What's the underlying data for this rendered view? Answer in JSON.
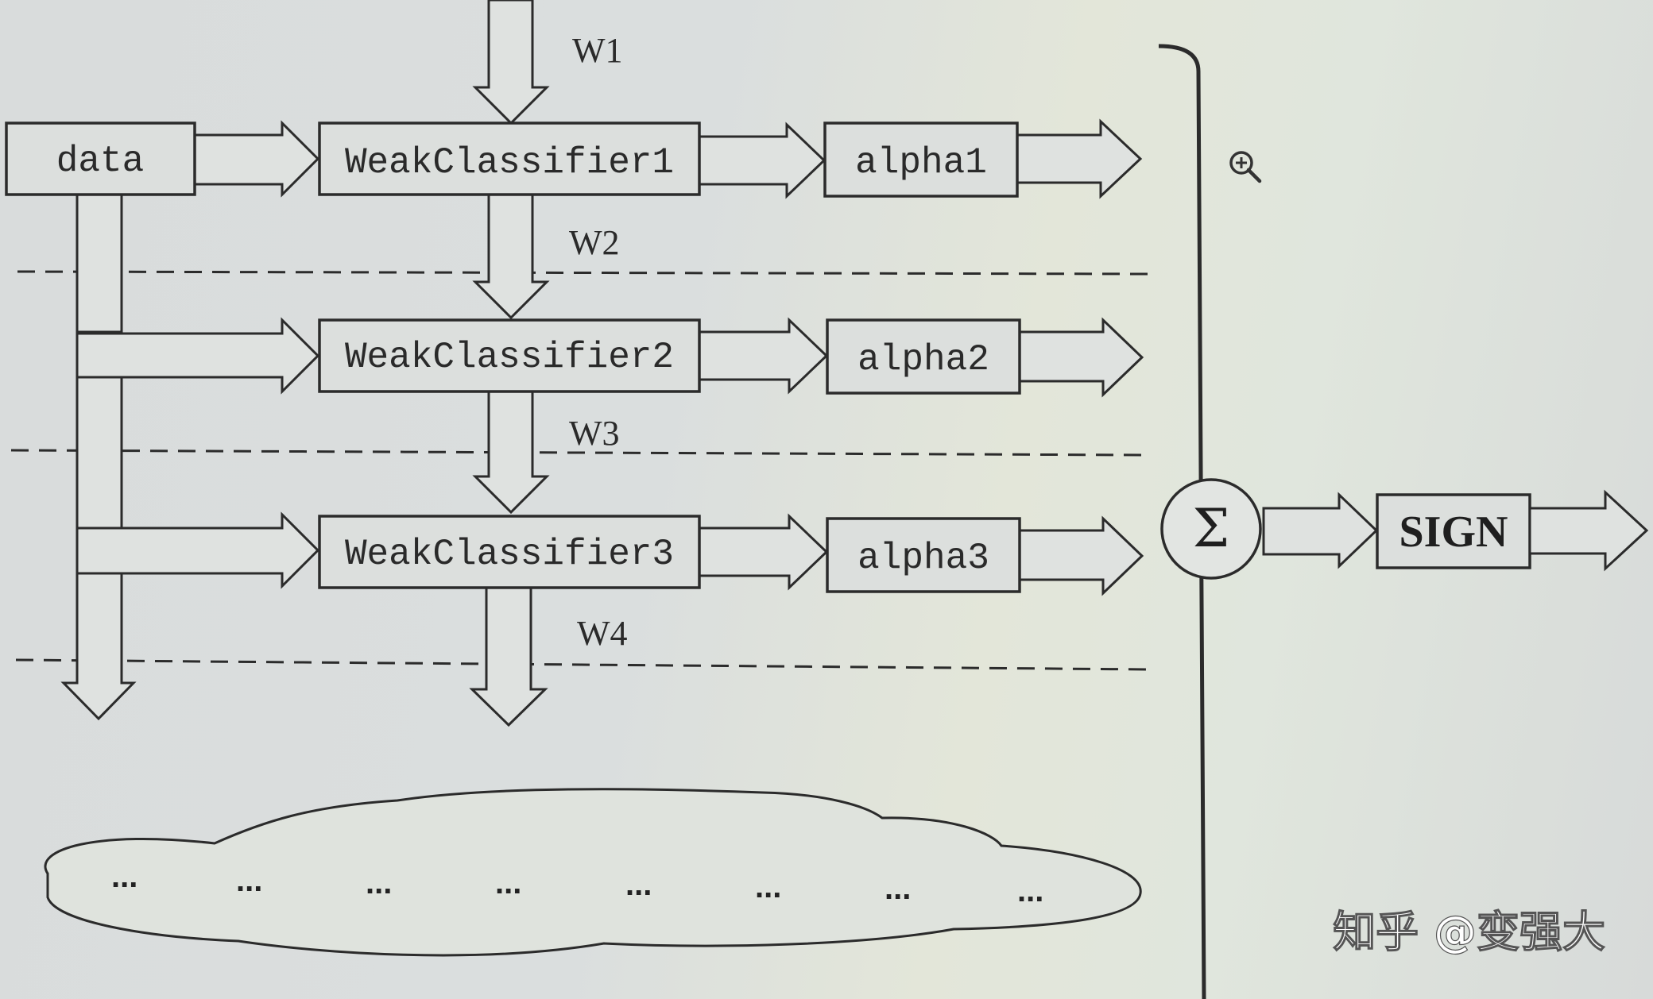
{
  "inputs": {
    "data": "data"
  },
  "classifiers": [
    "WeakClassifier1",
    "WeakClassifier2",
    "WeakClassifier3"
  ],
  "alphas": [
    "alpha1",
    "alpha2",
    "alpha3"
  ],
  "weights": [
    "W1",
    "W2",
    "W3",
    "W4"
  ],
  "sum_symbol": "Σ",
  "sign_label": "SIGN",
  "ellipsis_items": [
    "...",
    "...",
    "...",
    "...",
    "...",
    "...",
    "...",
    "..."
  ],
  "watermark": "知乎 @变强大",
  "icons": {
    "zoom": "zoom-in-icon"
  },
  "colors": {
    "line": "#2b2b2b",
    "background": "#dadede"
  }
}
